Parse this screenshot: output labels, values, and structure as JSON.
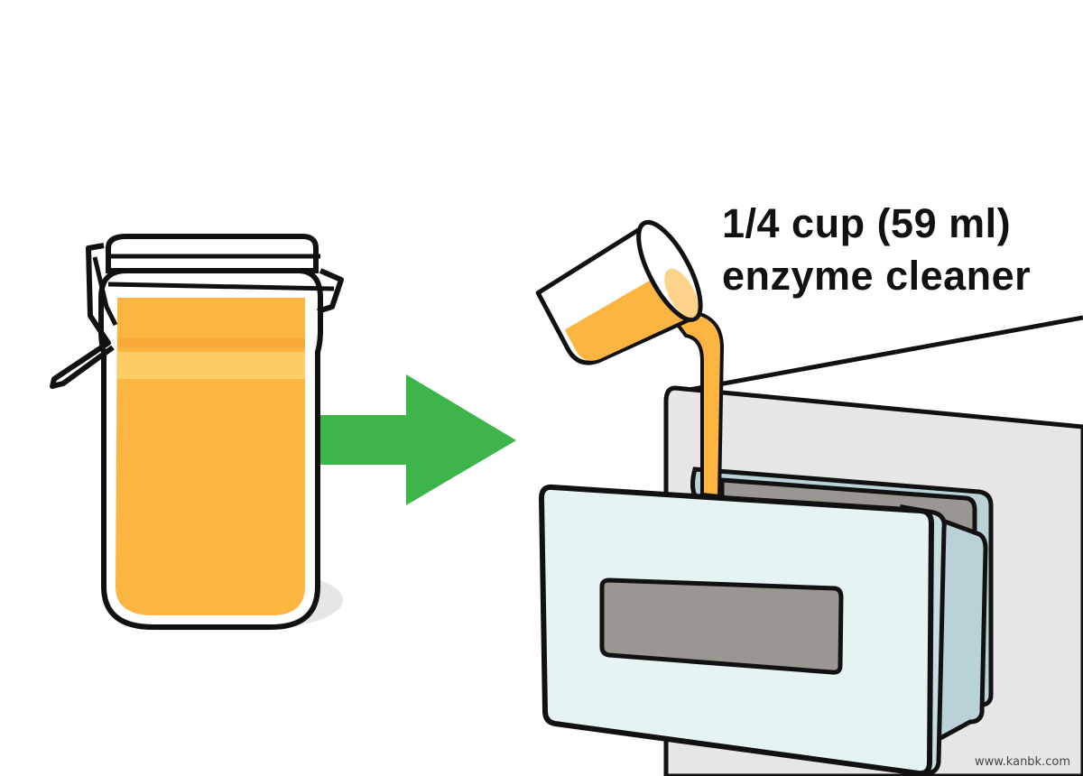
{
  "caption": {
    "line1": "1/4 cup (59 ml)",
    "line2": "enzyme cleaner"
  },
  "watermark": "www.kanbk.com",
  "colors": {
    "liquid": "#fbb540",
    "liquid_light": "#fdd36a",
    "arrow": "#3db54a",
    "drawer": "#e6f3f3",
    "drawer_side": "#b9d2d6",
    "machine": "#e6e6e6",
    "slot": "#9a9793"
  }
}
